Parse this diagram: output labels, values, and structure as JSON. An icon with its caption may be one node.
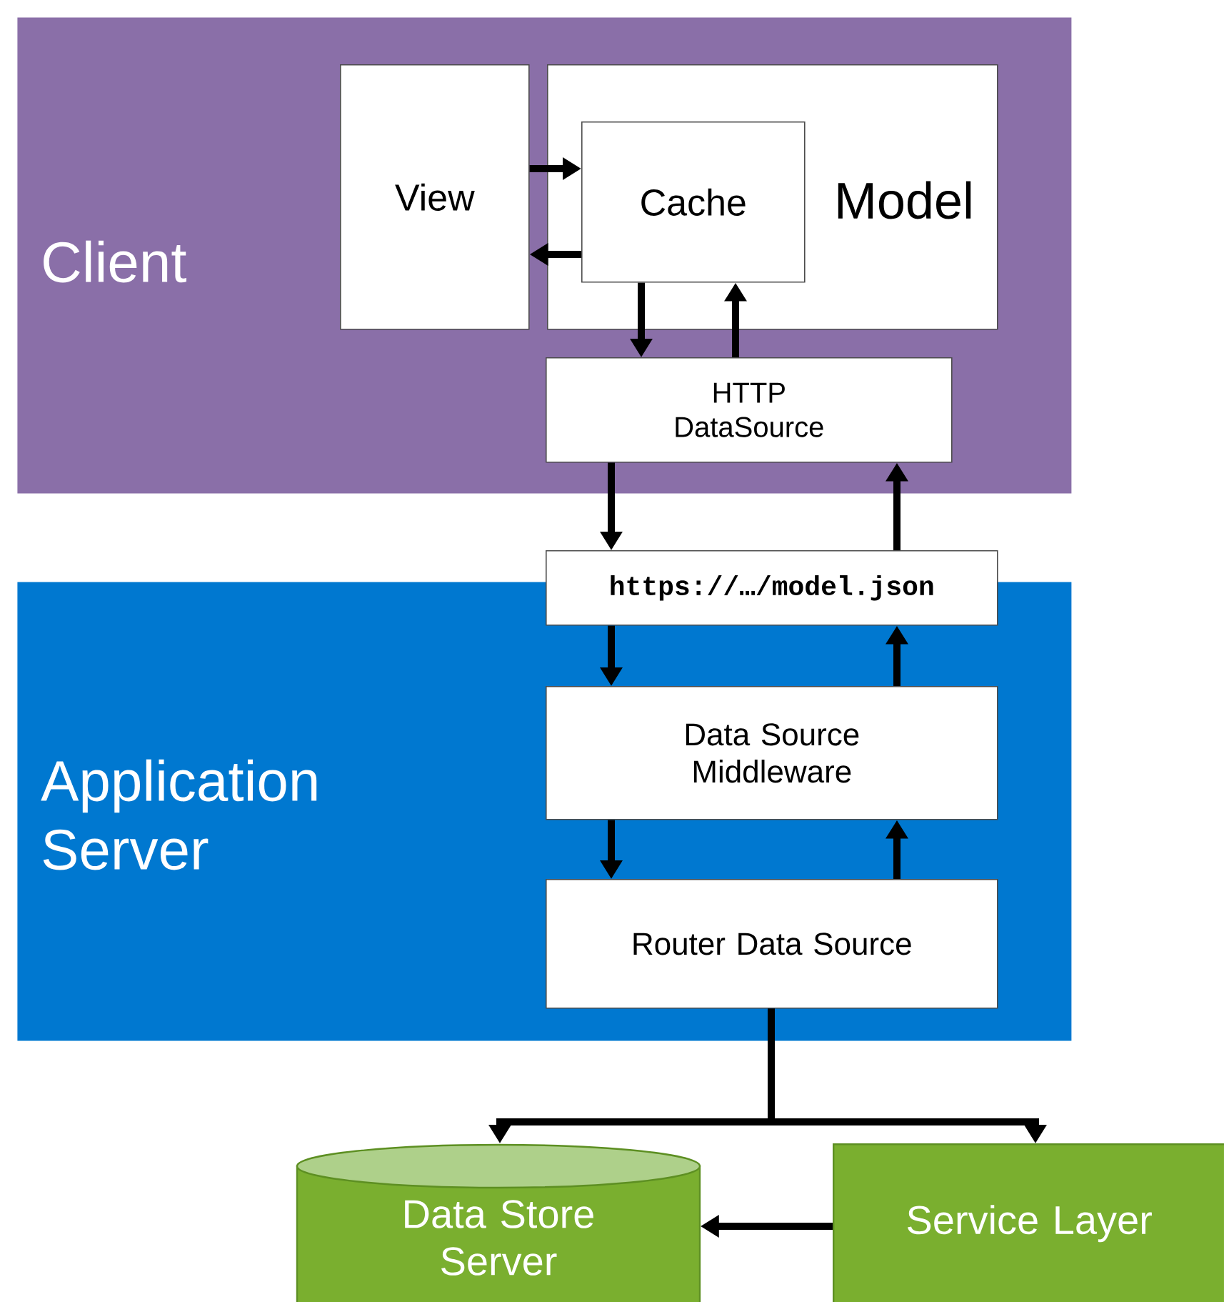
{
  "diagram": {
    "nodes": [
      {
        "text": [
          "Client"
        ]
      },
      {
        "text": [
          "View"
        ],
        "in": 0
      },
      {
        "text": [
          "Model"
        ],
        "in": 0
      },
      {
        "text": [
          "Cache"
        ],
        "in": 2
      },
      {
        "text": [
          "HTTP DataSource"
        ],
        "in": 0
      },
      {
        "text": [
          "Application Server"
        ]
      },
      {
        "text": [
          "https://…/model.json"
        ]
      },
      {
        "text": [
          "Data Source Middleware"
        ],
        "in": 5
      },
      {
        "text": [
          "Router Data Source"
        ],
        "in": 5
      },
      {
        "text": [
          "Data Store Server"
        ]
      },
      {
        "text": [
          "Service Layer"
        ]
      }
    ],
    "edges": [
      {
        "from": 1,
        "to": 3,
        "arrow": "to"
      },
      {
        "from": 3,
        "to": 1,
        "arrow": "to"
      },
      {
        "from": 3,
        "to": 4,
        "arrow": "to"
      },
      {
        "from": 4,
        "to": 3,
        "arrow": "to"
      },
      {
        "from": 4,
        "to": 6,
        "arrow": "to"
      },
      {
        "from": 6,
        "to": 4,
        "arrow": "to"
      },
      {
        "from": 6,
        "to": 7,
        "arrow": "to"
      },
      {
        "from": 7,
        "to": 6,
        "arrow": "to"
      },
      {
        "from": 7,
        "to": 8,
        "arrow": "to"
      },
      {
        "from": 8,
        "to": 7,
        "arrow": "to"
      },
      {
        "from": 8,
        "to": 9,
        "arrow": "to"
      },
      {
        "from": 8,
        "to": 10,
        "arrow": "to"
      },
      {
        "from": 10,
        "to": 9,
        "arrow": "to"
      }
    ]
  }
}
